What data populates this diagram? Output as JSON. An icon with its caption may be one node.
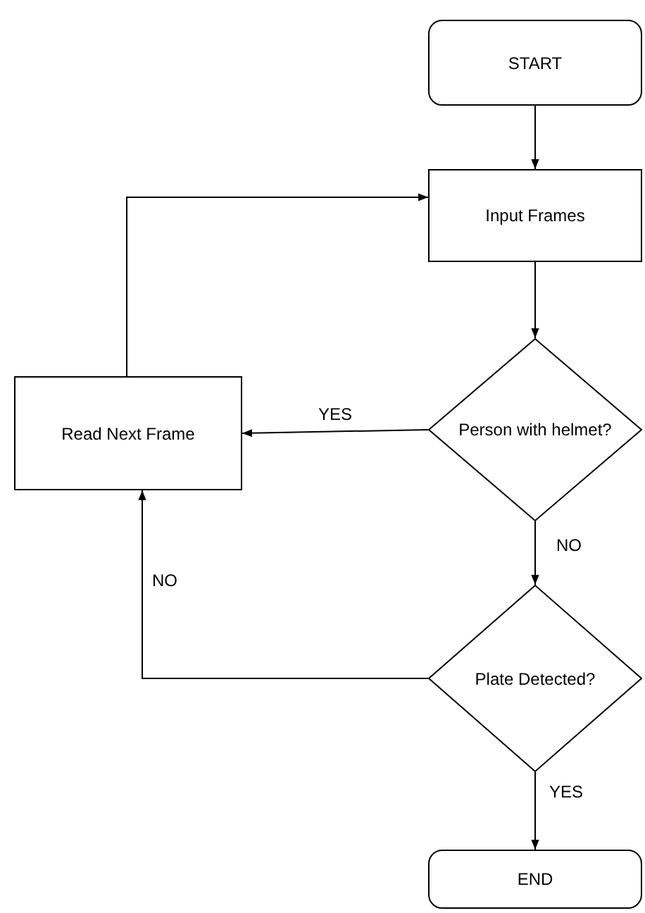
{
  "diagram": {
    "nodes": [
      {
        "text": [
          "START"
        ]
      },
      {
        "text": [
          "Input Frames"
        ]
      },
      {
        "text": [
          "Person with helmet?"
        ]
      },
      {
        "text": [
          "Plate Detected?"
        ]
      },
      {
        "text": [
          "END"
        ]
      },
      {
        "text": [
          "Read Next Frame"
        ]
      }
    ],
    "edges": [
      {
        "from": 0,
        "to": 1,
        "arrow": "to"
      },
      {
        "from": 1,
        "to": 2,
        "arrow": "to"
      },
      {
        "from": 2,
        "to": 5,
        "arrow": "to",
        "label": "YES"
      },
      {
        "from": 2,
        "to": 3,
        "arrow": "to",
        "label": "NO"
      },
      {
        "from": 3,
        "to": 5,
        "arrow": "to",
        "label": "NO"
      },
      {
        "from": 3,
        "to": 4,
        "arrow": "to",
        "label": "YES"
      },
      {
        "from": 5,
        "to": 1,
        "arrow": "to"
      }
    ]
  }
}
